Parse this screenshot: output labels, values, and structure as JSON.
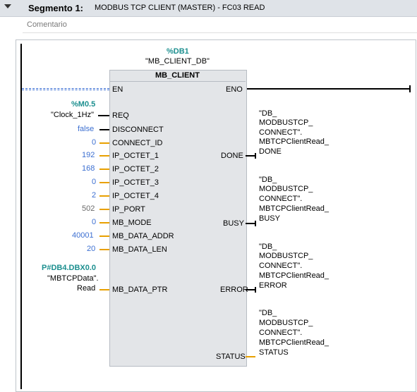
{
  "segment": {
    "label": "Segmento 1:",
    "title": "MODBUS TCP CLIENT (MASTER) - FC03 READ",
    "comment_placeholder": "Comentario"
  },
  "block": {
    "db_address": "%DB1",
    "db_name": "\"MB_CLIENT_DB\"",
    "type": "MB_CLIENT",
    "en": "EN",
    "eno": "ENO"
  },
  "inputs": {
    "req": {
      "addr": "%M0.5",
      "value": "\"Clock_1Hz\"",
      "pin": "REQ"
    },
    "disconnect": {
      "value": "false",
      "pin": "DISCONNECT"
    },
    "connect_id": {
      "value": "0",
      "pin": "CONNECT_ID"
    },
    "ip_octet_1": {
      "value": "192",
      "pin": "IP_OCTET_1"
    },
    "ip_octet_2": {
      "value": "168",
      "pin": "IP_OCTET_2"
    },
    "ip_octet_3": {
      "value": "0",
      "pin": "IP_OCTET_3"
    },
    "ip_octet_4": {
      "value": "2",
      "pin": "IP_OCTET_4"
    },
    "ip_port": {
      "value": "502",
      "pin": "IP_PORT"
    },
    "mb_mode": {
      "value": "0",
      "pin": "MB_MODE"
    },
    "mb_data_addr": {
      "value": "40001",
      "pin": "MB_DATA_ADDR"
    },
    "mb_data_len": {
      "value": "20",
      "pin": "MB_DATA_LEN"
    },
    "mb_data_ptr": {
      "addr": "P#DB4.DBX0.0",
      "line1": "\"MBTCPData\".",
      "line2": "Read",
      "pin": "MB_DATA_PTR"
    }
  },
  "outputs": {
    "done": {
      "pin": "DONE",
      "lines": [
        "\"DB_",
        "MODBUSTCP_",
        "CONNECT\".",
        "MBTCPClientRead_",
        "DONE"
      ]
    },
    "busy": {
      "pin": "BUSY",
      "lines": [
        "\"DB_",
        "MODBUSTCP_",
        "CONNECT\".",
        "MBTCPClientRead_",
        "BUSY"
      ]
    },
    "error": {
      "pin": "ERROR",
      "lines": [
        "\"DB_",
        "MODBUSTCP_",
        "CONNECT\".",
        "MBTCPClientRead_",
        "ERROR"
      ]
    },
    "status": {
      "pin": "STATUS",
      "lines": [
        "\"DB_",
        "MODBUSTCP_",
        "CONNECT\".",
        "MBTCPClientRead_",
        "STATUS"
      ]
    }
  },
  "colors": {
    "accent_teal": "#1c8f8f",
    "constant_blue": "#3c6fd1",
    "wire_orange": "#e8a000",
    "block_fill": "#e3e5e8"
  }
}
